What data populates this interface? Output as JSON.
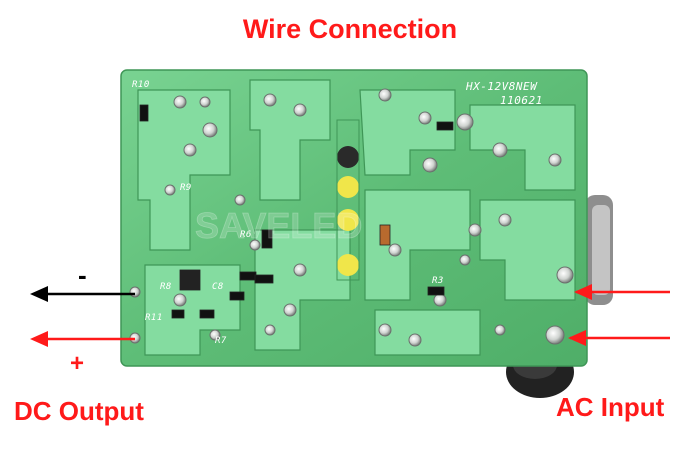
{
  "title": "Wire Connection",
  "labels": {
    "minus": "-",
    "plus": "+",
    "dc_output": "DC Output",
    "ac_input": "AC Input"
  },
  "board": {
    "model": "HX-12V8NEW",
    "code": "110621",
    "refdes": [
      "R10",
      "R9",
      "R6",
      "R8",
      "C8",
      "R3",
      "R11",
      "R7"
    ]
  },
  "colors": {
    "accent": "#ff1a1a",
    "pcb_green": "#5ec27a",
    "pcb_trace": "#7fd69a",
    "arrow_black": "#000000"
  }
}
